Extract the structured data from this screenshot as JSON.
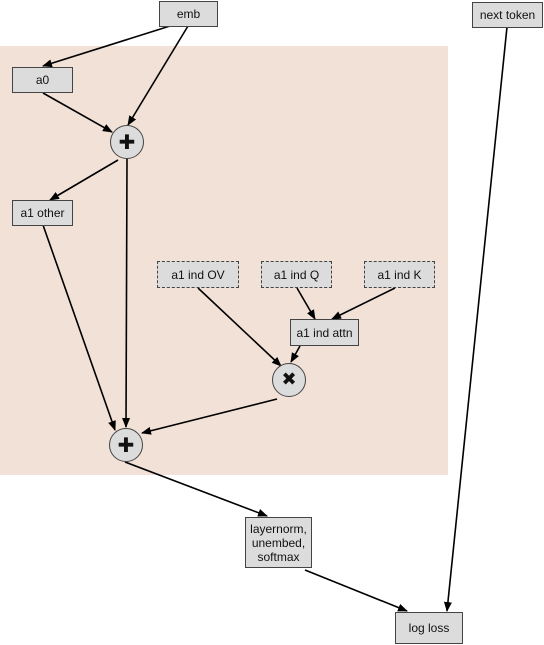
{
  "diagram": {
    "nodes": {
      "emb": "emb",
      "next_token": "next token",
      "a0": "a0",
      "a1_other": "a1 other",
      "a1_ind_ov": "a1 ind OV",
      "a1_ind_q": "a1 ind Q",
      "a1_ind_k": "a1 ind K",
      "a1_ind_attn": "a1 ind attn",
      "unembed": "layernorm,\nunembed,\nsoftmax",
      "log_loss": "log loss"
    },
    "operators": {
      "add_top": "✚",
      "multiply": "✖",
      "add_bottom": "✚"
    },
    "colors": {
      "region_background": "#f2e1d7",
      "node_fill": "#dcdcdc",
      "edge": "#000000"
    }
  }
}
